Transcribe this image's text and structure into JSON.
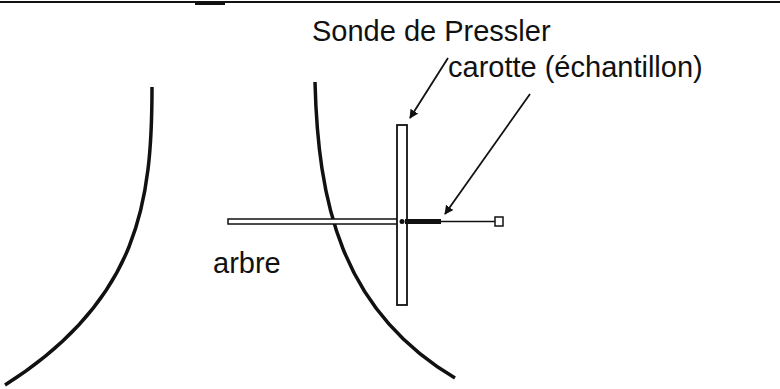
{
  "diagram": {
    "labels": [
      "Sonde de Pressler",
      "carotte (échantillon)",
      "arbre"
    ]
  }
}
